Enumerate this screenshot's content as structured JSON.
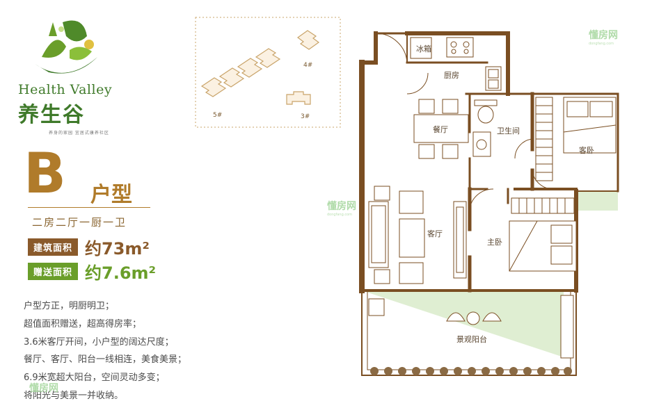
{
  "brand": {
    "name_en": "Health Valley",
    "name_cn": "养生谷",
    "tagline": "养身的家园   宜居式康养社区"
  },
  "unit": {
    "letter": "B",
    "label": "户型",
    "layout": "二房二厅一厨一卫",
    "built_area_label": "建筑面积",
    "built_area_value": "约73m²",
    "gift_area_label": "赠送面积",
    "gift_area_value": "约7.6m²"
  },
  "features": [
    "户型方正，明厨明卫；",
    "超值面积赠送，超高得房率；",
    "3.6米客厅开间，小户型的阔达尺度；",
    "餐厅、客厅、阳台一线相连，美食美景；",
    "6.9米宽超大阳台，空间灵动多变；",
    "将阳光与美景一并收纳。"
  ],
  "locator": {
    "buildings": [
      "4#",
      "5#",
      "3#"
    ]
  },
  "plan": {
    "rooms": {
      "kitchen": "厨房",
      "dining": "餐厅",
      "bathroom": "卫生间",
      "guest_bedroom": "客卧",
      "living": "客厅",
      "master_bedroom": "主卧",
      "balcony": "景观阳台",
      "fridge": "冰箱"
    }
  },
  "watermark": {
    "text": "懂房网",
    "sub": "dongfang.com"
  },
  "colors": {
    "brown": "#8a5a2b",
    "gold": "#b07b2a",
    "green": "#6a9e2a",
    "wall": "#7a4e22"
  }
}
